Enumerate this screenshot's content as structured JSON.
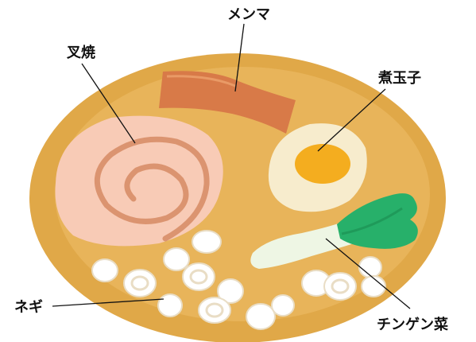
{
  "labels": {
    "chashu": "叉焼",
    "menma": "メンマ",
    "ajitama": "煮玉子",
    "negi": "ネギ",
    "chingensai": "チンゲン菜"
  },
  "colors": {
    "bowl": "#e0a848",
    "soup": "#e8b45a",
    "chashu": "#f8cbb6",
    "chashu_swirl": "#db9470",
    "menma": "#d87a48",
    "egg_white": "#f7eccd",
    "egg_yolk": "#f4ad1f",
    "chingensai_leaf": "#27b06a",
    "chingensai_stem": "#eef6e4",
    "negi": "#ffffff",
    "negi_shadow": "#e9ddc5"
  }
}
